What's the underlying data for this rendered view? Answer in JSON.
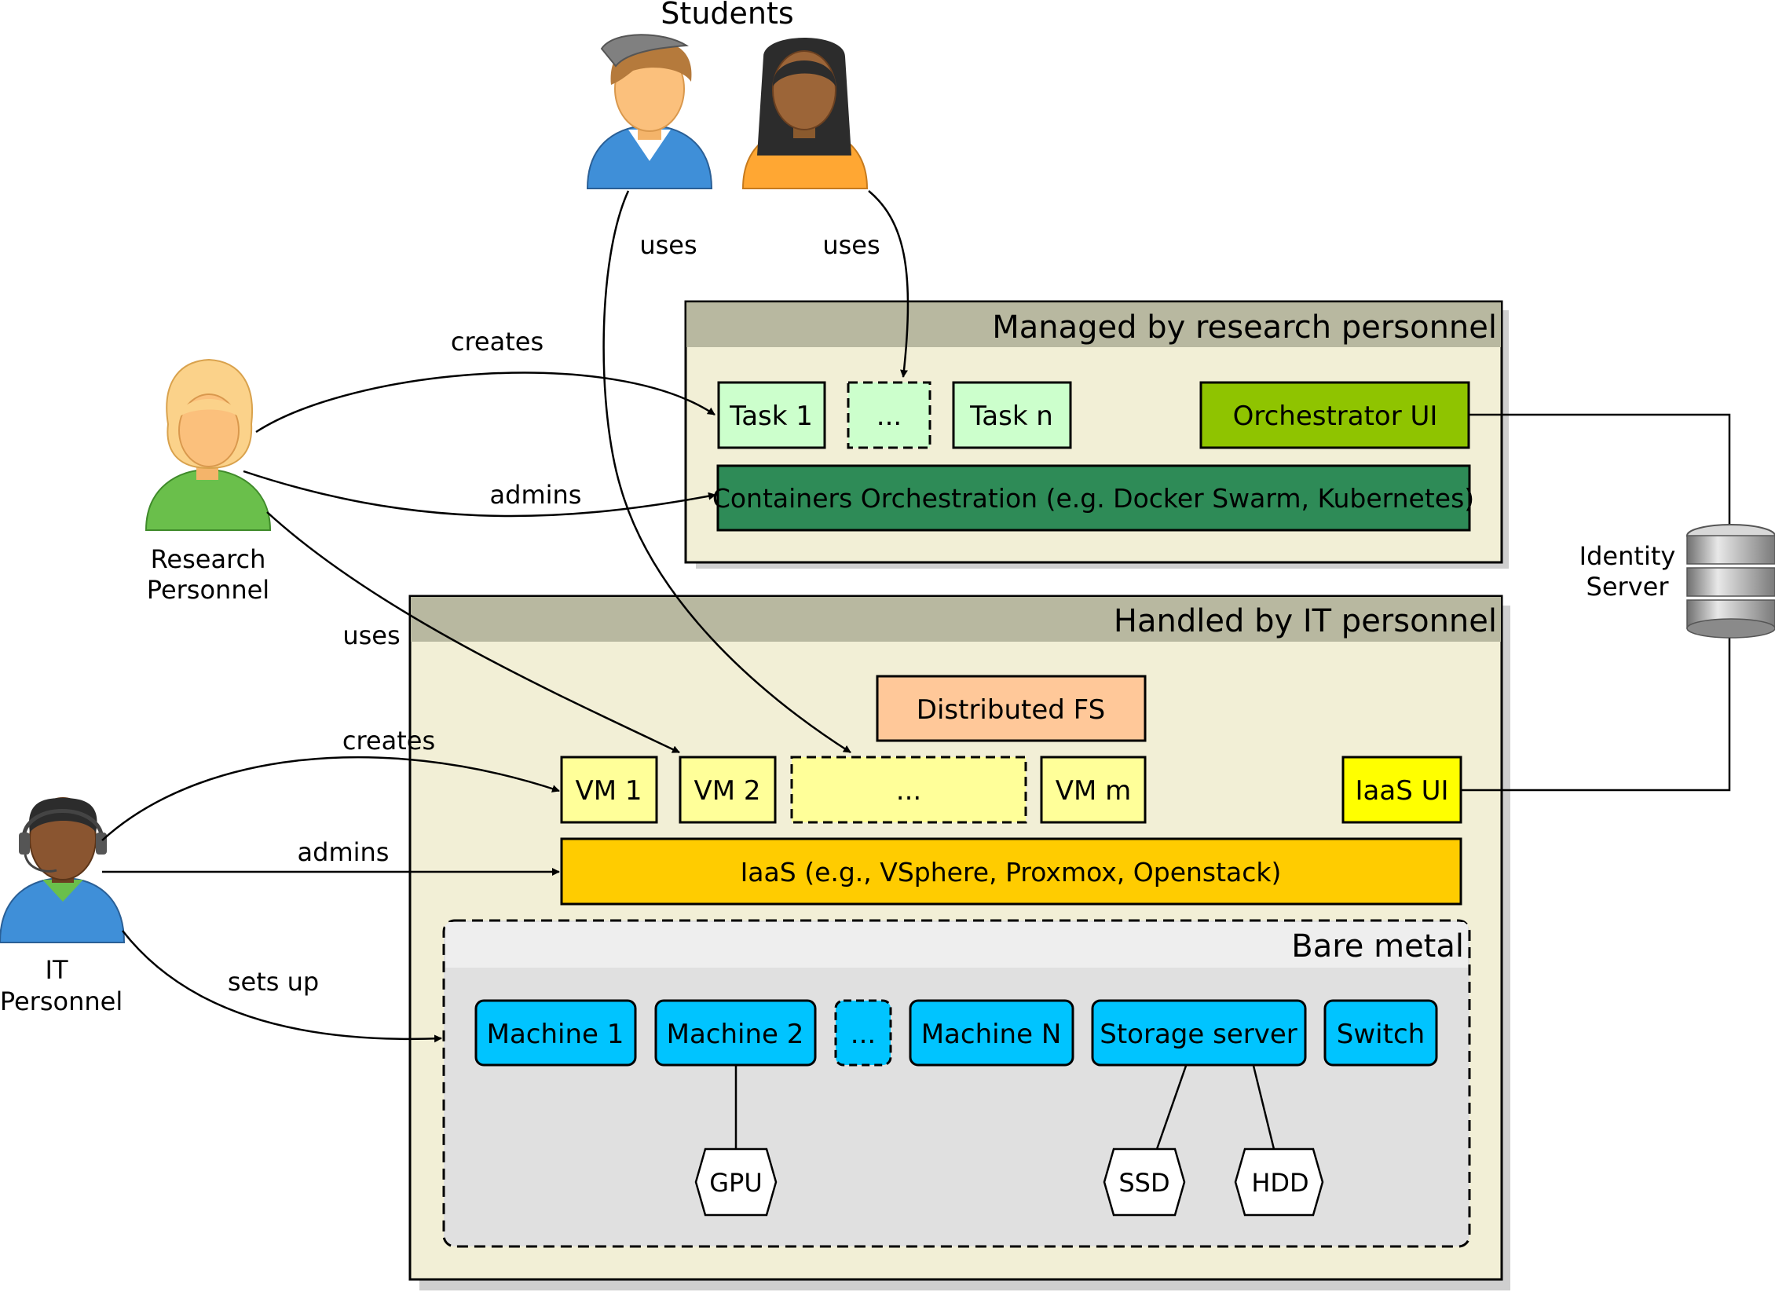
{
  "actors": {
    "students": "Students",
    "research_line1": "Research",
    "research_line2": "Personnel",
    "it_line1": "IT",
    "it_line2": "Personnel",
    "identity_line1": "Identity",
    "identity_line2": "Server"
  },
  "edges": {
    "student1_uses": "uses",
    "student2_uses": "uses",
    "research_creates": "creates",
    "research_admins": "admins",
    "research_uses": "uses",
    "it_creates": "creates",
    "it_admins": "admins",
    "it_sets_up": "sets up"
  },
  "research_panel": {
    "title": "Managed by research personnel",
    "task1": "Task 1",
    "task_more": "...",
    "taskn": "Task n",
    "orchestrator_ui": "Orchestrator UI",
    "containers": "Containers Orchestration (e.g. Docker Swarm, Kubernetes)"
  },
  "it_panel": {
    "title": "Handled by IT personnel",
    "distributed_fs": "Distributed FS",
    "vm1": "VM 1",
    "vm2": "VM 2",
    "vm_more": "...",
    "vmm": "VM m",
    "iaas_ui": "IaaS UI",
    "iaas": "IaaS (e.g., VSphere, Proxmox, Openstack)"
  },
  "bare_metal": {
    "title": "Bare metal",
    "machine1": "Machine 1",
    "machine2": "Machine 2",
    "machine_more": "...",
    "machinen": "Machine N",
    "storage": "Storage server",
    "switch": "Switch",
    "gpu": "GPU",
    "ssd": "SSD",
    "hdd": "HDD"
  },
  "colors": {
    "panel_bg": "#f2efd6",
    "panel_header": "#b8b8a0",
    "task_green": "#ccffcc",
    "orchestrator_ui": "#8fc400",
    "containers": "#2e8b57",
    "distributed_fs": "#ffc899",
    "vm_yellow": "#ffff99",
    "iaas_ui": "#ffff00",
    "iaas": "#ffcc00",
    "bare_metal_bg": "#e0e0e0",
    "machine_blue": "#00c4ff"
  }
}
